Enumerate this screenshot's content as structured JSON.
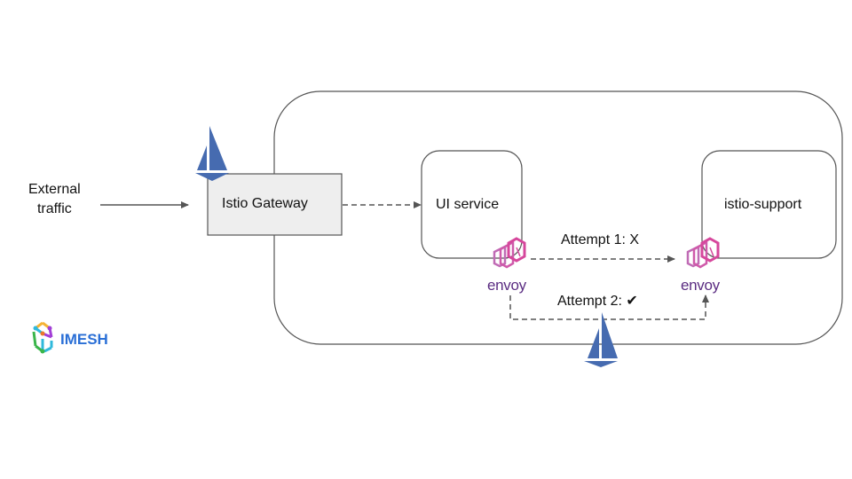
{
  "diagram": {
    "external_traffic": "External\ntraffic",
    "external_traffic_line1": "External",
    "external_traffic_line2": "traffic",
    "gateway_label": "Istio Gateway",
    "ui_service_label": "UI service",
    "support_label": "istio-support",
    "attempt1_label": "Attempt 1: X",
    "attempt2_label": "Attempt 2: ✔",
    "envoy_left_label": "envoy",
    "envoy_right_label": "envoy",
    "logo_text": "IMESH",
    "icons": {
      "istio": "istio-sail-icon",
      "envoy": "envoy-hexagon-icon",
      "imesh": "imesh-cube-icon"
    },
    "colors": {
      "istio_blue": "#466bb0",
      "envoy_pink": "#d6479c",
      "envoy_purple": "#5b2d82",
      "gateway_fill": "#eeeeee",
      "line_gray": "#555555",
      "imesh_blue": "#2a6fd6"
    }
  }
}
